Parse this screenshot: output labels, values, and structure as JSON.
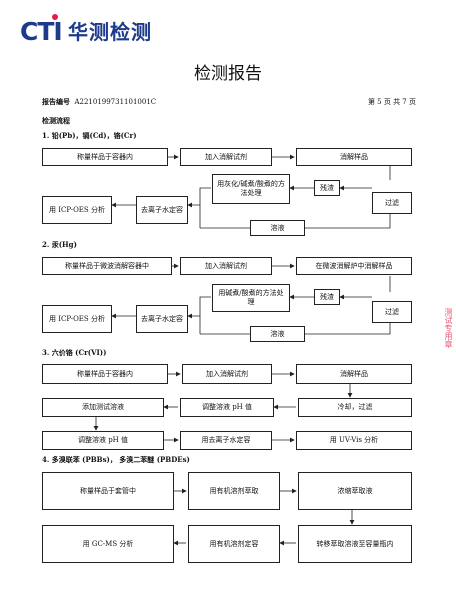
{
  "header": {
    "logo_text": "CTI",
    "logo_cn": "华测检测"
  },
  "title": "检测报告",
  "meta": {
    "report_no_label": "报告编号",
    "report_no": "A2210199731101001C",
    "page_info": "第 5 页  共 7 页"
  },
  "flow_title": "检测流程",
  "sections": {
    "s1": {
      "title": "1.  铅(Pb)，镉(Cd)，铬(Cr)",
      "boxes": {
        "weigh": "称量样品于容器内",
        "add_reagent": "加入消解试剂",
        "digest": "消解样品",
        "filter": "过滤",
        "residue": "残渣",
        "treat": "用灰化/碱煮/酸煮的方法处理",
        "solution": "溶液",
        "dilute": "去离子水定容",
        "icp": "用 ICP-OES 分析"
      }
    },
    "s2": {
      "title": "2.  汞(Hg)",
      "boxes": {
        "weigh": "称量样品于微波消解容器中",
        "add_reagent": "加入消解试剂",
        "digest": "在微波消解炉中消解样品",
        "filter": "过滤",
        "residue": "残渣",
        "treat": "用碱煮/酸煮的方法处理",
        "solution": "溶液",
        "dilute": "去离子水定容",
        "icp": "用 ICP-OES 分析"
      }
    },
    "s3": {
      "title": "3.  六价铬 (Cr(VI))",
      "boxes": {
        "weigh": "称量样品于容器内",
        "add_reagent": "加入消解试剂",
        "digest": "消解样品",
        "cool": "冷却，过滤",
        "adjust_ph": "调整溶液 pH 值",
        "add_test": "添加测试溶液",
        "adjust_ph2": "调整溶液 pH 值",
        "dilute": "用去离子水定容",
        "uv": "用 UV-Vis 分析"
      }
    },
    "s4": {
      "title": "4.  多溴联苯 (PBBs)，  多溴二苯醚 (PBDEs)",
      "boxes": {
        "weigh": "称量样品于套管中",
        "extract": "用有机溶剂萃取",
        "concentrate": "浓缩萃取液",
        "transfer": "转移萃取溶液至容量瓶内",
        "dilute": "用有机溶剂定容",
        "gcms": "用 GC-MS 分析"
      }
    }
  },
  "side_stamp": "测试专用章"
}
